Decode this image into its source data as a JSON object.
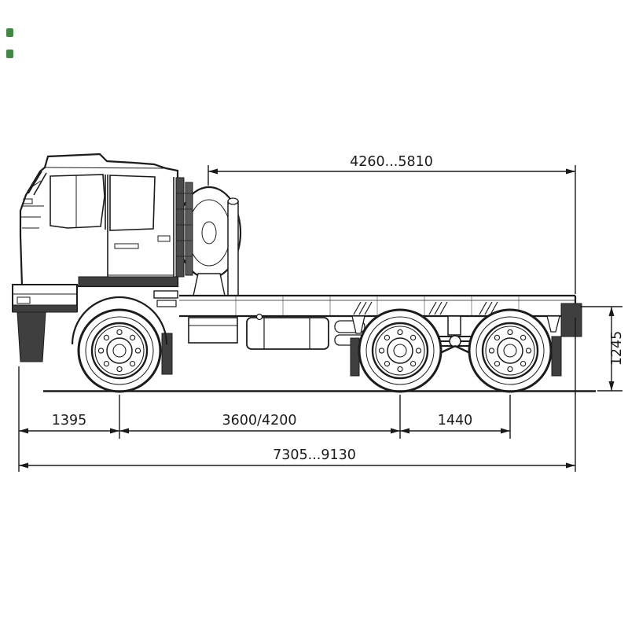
{
  "diagram": {
    "type": "truck-chassis-dimension-drawing",
    "dims": {
      "span_top": "4260...5810",
      "height_right": "1245",
      "front_overhang": "1395",
      "wheelbase": "3600/4200",
      "rear_spacing": "1440",
      "overall": "7305...9130"
    },
    "colors": {
      "line": "#1c1c1c",
      "dark_fill": "#3f3f3f",
      "watermark_green": "#2d7a31",
      "background": "#ffffff"
    }
  }
}
